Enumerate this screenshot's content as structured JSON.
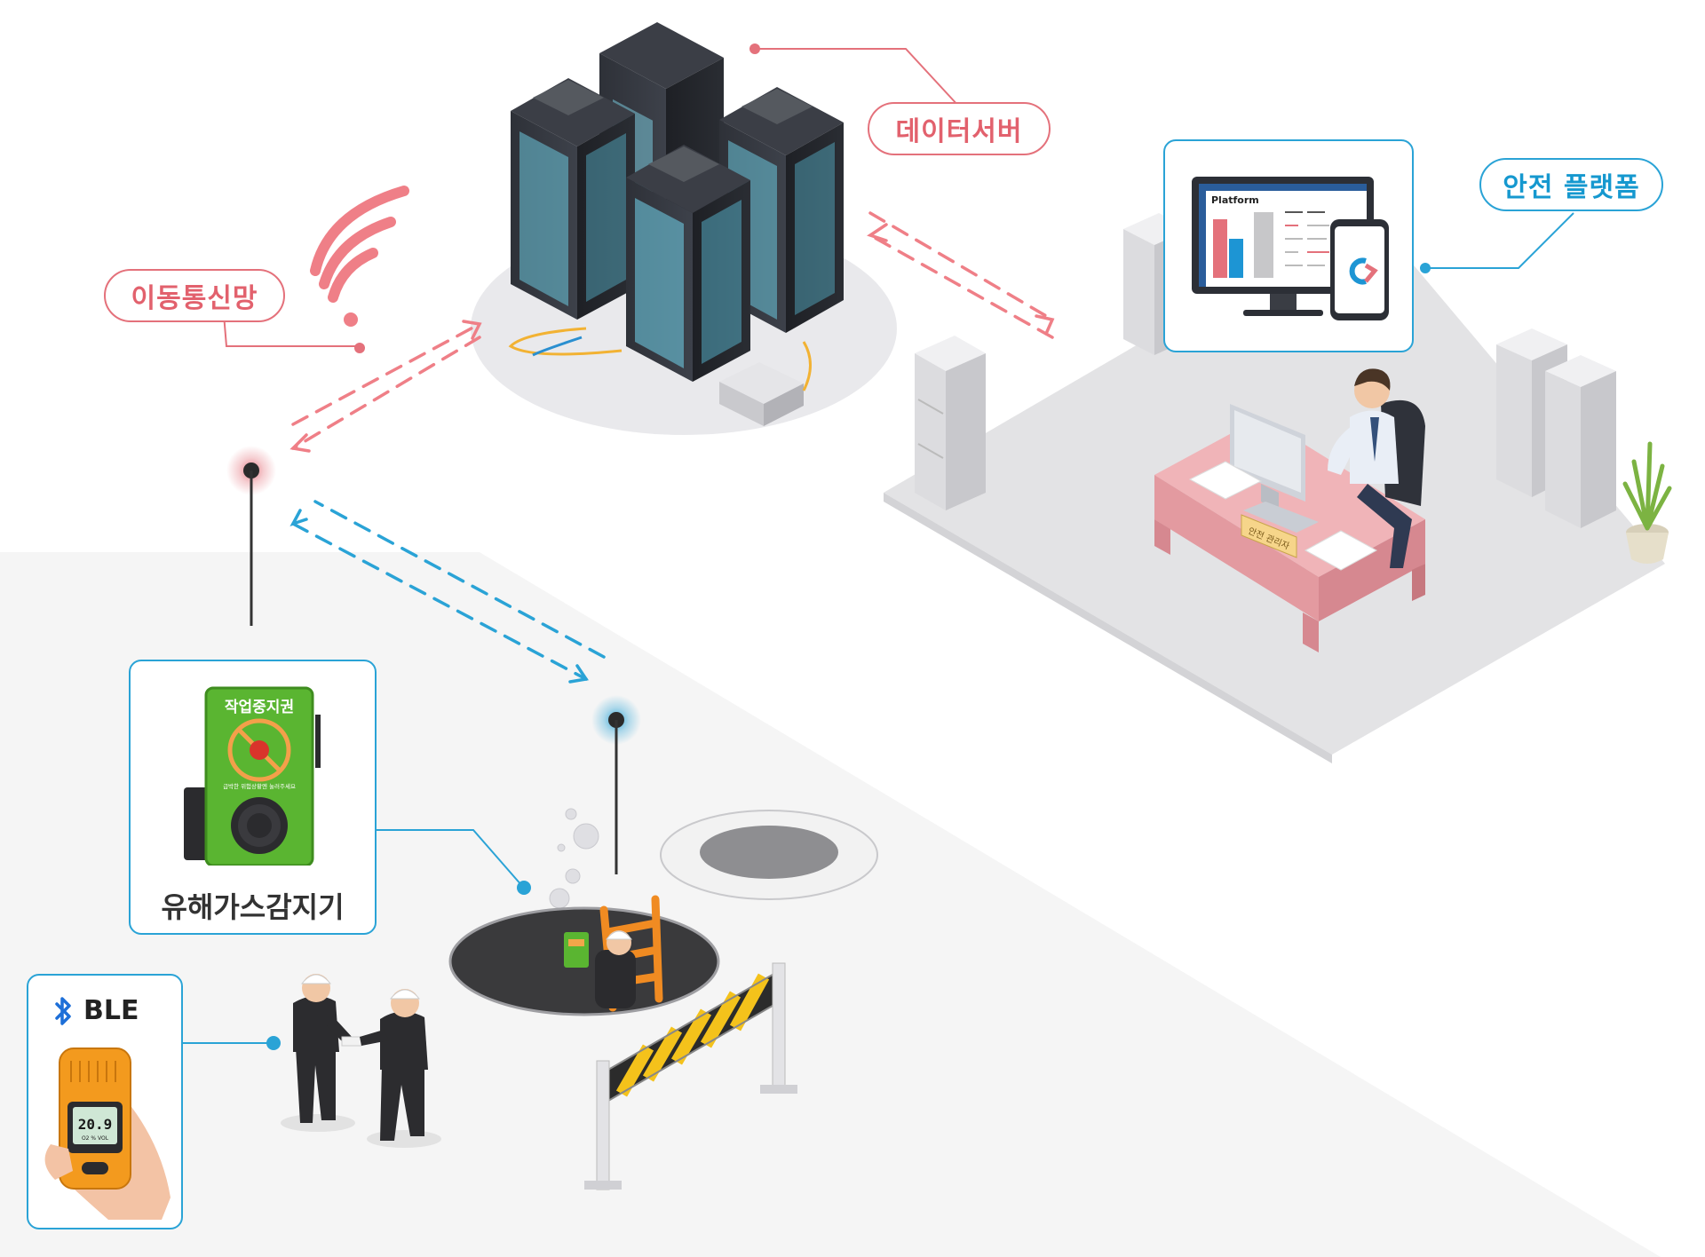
{
  "labels": {
    "data_server": "데이터서버",
    "mobile_network": "이동통신망",
    "safety_platform": "안전 플랫폼",
    "gas_detector": "유해가스감지기",
    "ble": "BLE"
  },
  "detector_device": {
    "header": "작업중지권",
    "caption": "급박한 위험상황엔 눌러주세요"
  },
  "platform_screen": {
    "title": "Platform"
  },
  "desk_nameplate": "안전 관리자",
  "gas_meter": {
    "reading": "20.9",
    "unit": "O2 % VOL"
  },
  "colors": {
    "accent_red": "#e4717b",
    "accent_blue": "#2aa3d6",
    "floor": "#f4f4f4",
    "office_floor": "#e3e3e5",
    "desk": "#e7a0a6",
    "server": "#2c2f36",
    "detector_green": "#5ab531",
    "meter_orange": "#f39a1e"
  }
}
